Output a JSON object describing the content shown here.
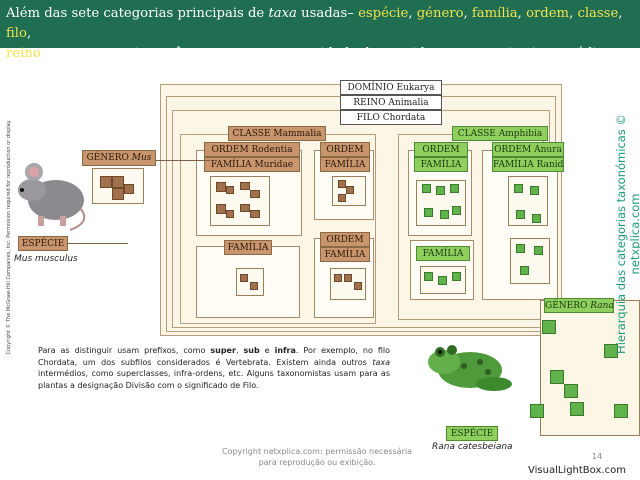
{
  "header": {
    "part1": "Além das sete categorias principais de ",
    "taxa": "taxa",
    "part2": " usadas– ",
    "especie": "espécie",
    "c1": ", ",
    "genero": "género",
    "c2": ", ",
    "familia": "família",
    "c3": ", ",
    "ordem": "ordem",
    "c4": ", ",
    "classe": "classe",
    "c5": ", ",
    "filo": "filo",
    "c6": ",",
    "reino": "reino",
    "part3": " -, os taxonomistas têm, por vezes, necessidade de considerar categorias intermédias."
  },
  "diagram": {
    "dominio": "DOMÍNIO Eukarya",
    "reino": "REINO Animalia",
    "filo": "FILO Chordata",
    "classe_mammalia": "CLASSE Mammalia",
    "classe_amphibia": "CLASSE Amphibia",
    "ordem_rodentia": "ORDEM Rodentia",
    "familia_muridae": "FAMÍLIA Muridae",
    "ordem": "ORDEM",
    "familia": "FAMÍLIA",
    "ordem_anura": "ORDEM Anura",
    "familia_ranidae": "FAMÍLIA Ranidae",
    "genero_mus_label": "GÉNERO ",
    "genero_mus_name": "Mus",
    "genero_rana_label": "GÉNERO ",
    "genero_rana_name": "Rana",
    "especie": "ESPÉCIE",
    "mus_musculus": "Mus musculus",
    "rana_catesbeiana": "Rana catesbeiana"
  },
  "paragraph": {
    "t1": "Para as distinguir usam prefixos, como ",
    "super": "super",
    "t2": ", ",
    "sub": "sub",
    "t3": " e ",
    "infra": "infra",
    "t4": ". Por exemplo, no filo Chordata, um dos subfilos considerados é Vertebrata. Existem ainda outros ",
    "taxa": "taxa",
    "t5": " intermédios, como superclasses, infra-ordens, etc. Alguns taxonomistas usam para as plantas a designação Divisão com o significado de Filo."
  },
  "footer": {
    "copyright": "Copyright netxplica.com: permissão necessária para reprodução ou exibição.",
    "page_number": "14",
    "watermark": "VisualLightBox.com"
  },
  "side": {
    "left_vertical": "Copyright © The McGraw-Hill Companies, Inc. Permission required for reproduction or display.",
    "right_vertical": "Hierarquia das categorias taxonómicas © netxplica.com"
  }
}
